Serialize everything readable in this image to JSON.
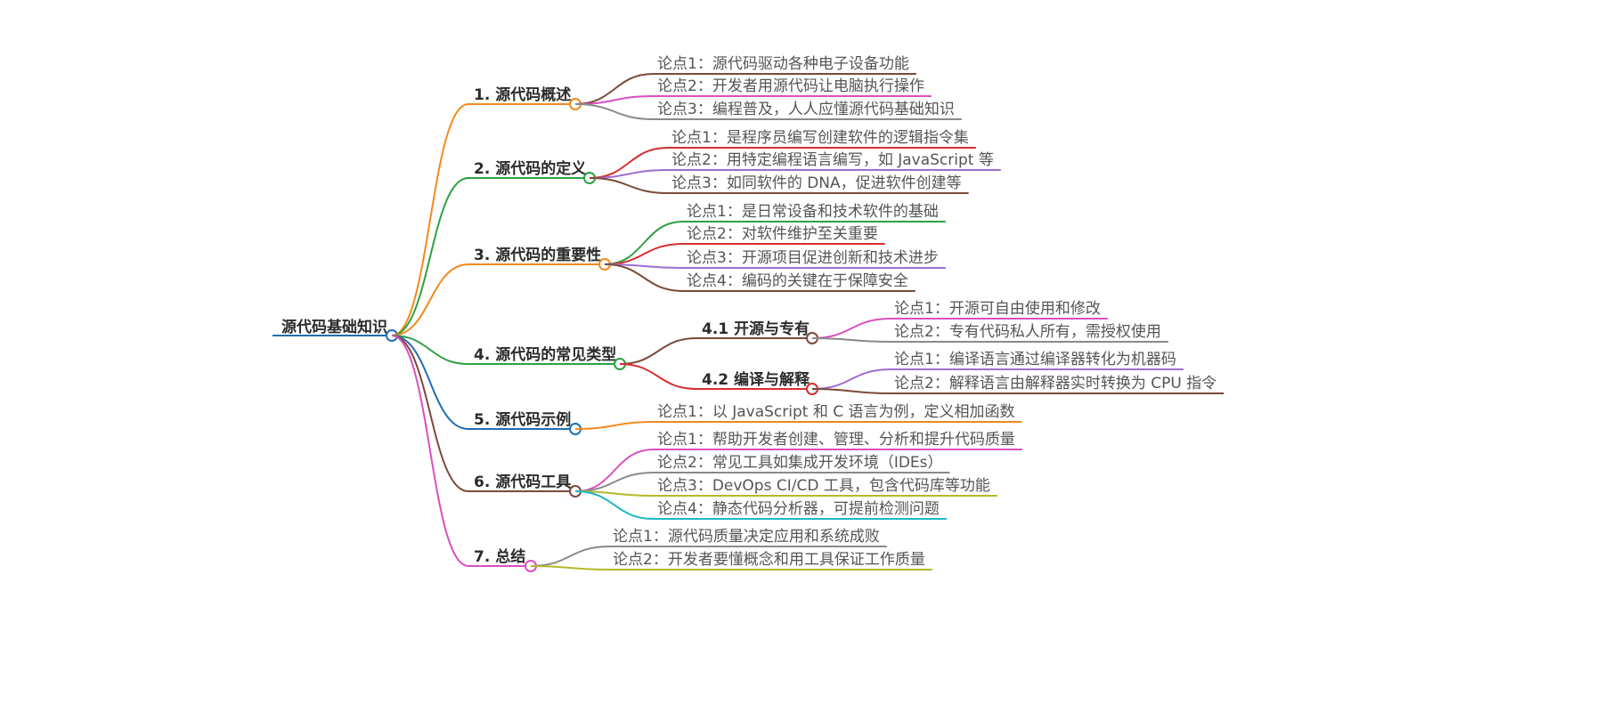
{
  "root": {
    "label": "源代码基础知识",
    "color": "#1f6fb2"
  },
  "branches": [
    {
      "label": "1. 源代码概述",
      "color": "#f28a1e",
      "leaves": [
        {
          "label": "论点1：源代码驱动各种电子设备功能",
          "color": "#7a4a3a"
        },
        {
          "label": "论点2：开发者用源代码让电脑执行操作",
          "color": "#d94fbf"
        },
        {
          "label": "论点3：编程普及，人人应懂源代码基础知识",
          "color": "#8a8a8a"
        }
      ]
    },
    {
      "label": "2. 源代码的定义",
      "color": "#2ea043",
      "leaves": [
        {
          "label": "论点1：是程序员编写创建软件的逻辑指令集",
          "color": "#d62f2f"
        },
        {
          "label": "论点2：用特定编程语言编写，如 JavaScript 等",
          "color": "#9b6fd1"
        },
        {
          "label": "论点3：如同软件的 DNA，促进软件创建等",
          "color": "#7a4a3a"
        }
      ]
    },
    {
      "label": "3. 源代码的重要性",
      "color": "#f28a1e",
      "leaves": [
        {
          "label": "论点1：是日常设备和技术软件的基础",
          "color": "#2ea043"
        },
        {
          "label": "论点2：对软件维护至关重要",
          "color": "#d62f2f"
        },
        {
          "label": "论点3：开源项目促进创新和技术进步",
          "color": "#9b6fd1"
        },
        {
          "label": "论点4：编码的关键在于保障安全",
          "color": "#7a4a3a"
        }
      ]
    },
    {
      "label": "4. 源代码的常见类型",
      "color": "#2ea043",
      "subbranches": [
        {
          "label": "4.1 开源与专有",
          "color": "#7a4a3a",
          "leaves": [
            {
              "label": "论点1：开源可自由使用和修改",
              "color": "#d94fbf"
            },
            {
              "label": "论点2：专有代码私人所有，需授权使用",
              "color": "#8a8a8a"
            }
          ]
        },
        {
          "label": "4.2 编译与解释",
          "color": "#d62f2f",
          "leaves": [
            {
              "label": "论点1：编译语言通过编译器转化为机器码",
              "color": "#9b6fd1"
            },
            {
              "label": "论点2：解释语言由解释器实时转换为 CPU 指令",
              "color": "#7a4a3a"
            }
          ]
        }
      ]
    },
    {
      "label": "5. 源代码示例",
      "color": "#1f6fb2",
      "leaves": [
        {
          "label": "论点1：以 JavaScript 和 C 语言为例，定义相加函数",
          "color": "#f28a1e"
        }
      ]
    },
    {
      "label": "6. 源代码工具",
      "color": "#7a4a3a",
      "leaves": [
        {
          "label": "论点1：帮助开发者创建、管理、分析和提升代码质量",
          "color": "#d94fbf"
        },
        {
          "label": "论点2：常见工具如集成开发环境（IDEs）",
          "color": "#8a8a8a"
        },
        {
          "label": "论点3：DevOps CI/CD 工具，包含代码库等功能",
          "color": "#b5b82a"
        },
        {
          "label": "论点4：静态代码分析器，可提前检测问题",
          "color": "#1fb8c9"
        }
      ]
    },
    {
      "label": "7. 总结",
      "color": "#d94fbf",
      "leaves": [
        {
          "label": "论点1：源代码质量决定应用和系统成败",
          "color": "#8a8a8a"
        },
        {
          "label": "论点2：开发者要懂概念和用工具保证工作质量",
          "color": "#b5b82a"
        }
      ]
    }
  ]
}
